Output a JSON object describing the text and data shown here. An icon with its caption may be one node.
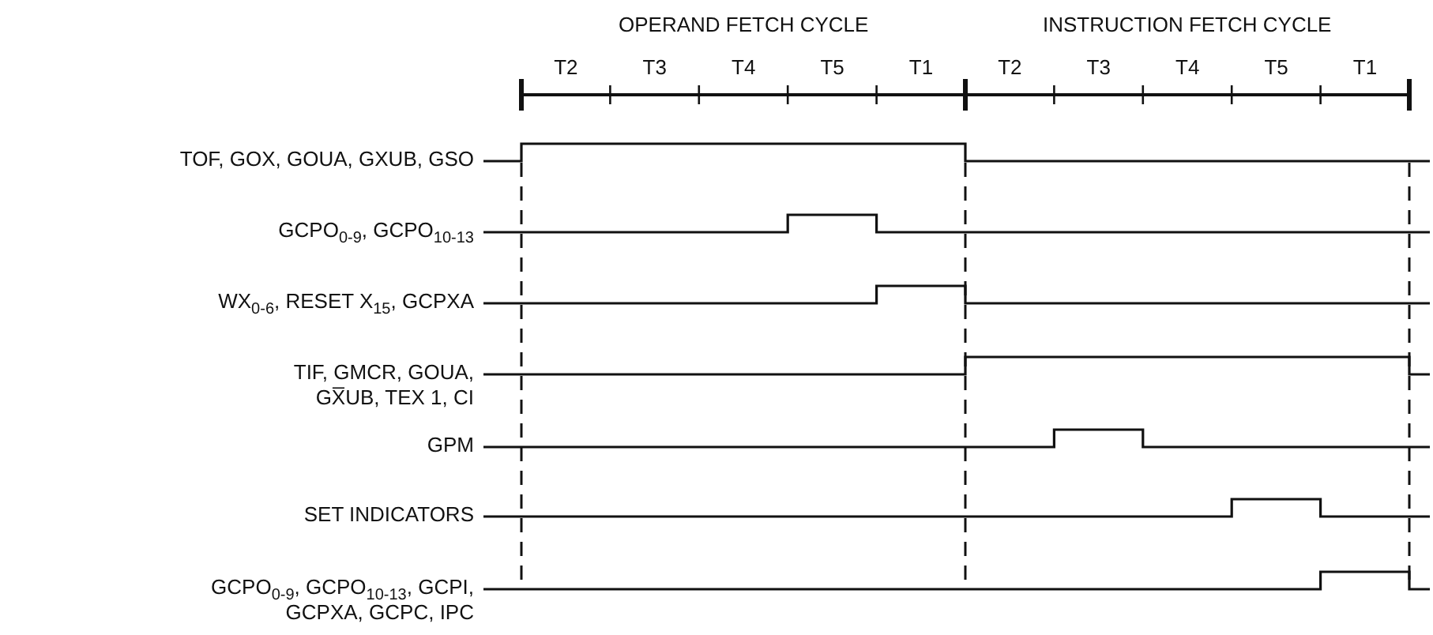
{
  "diagram": {
    "labels": [
      "OPERAND FETCH CYCLE",
      "INSTRUCTION FETCH CYCLE",
      "T2",
      "T3",
      "T4",
      "T5",
      "T1",
      "T2",
      "T3",
      "T4",
      "T5",
      "T1",
      "TOF, GOX, GOUA, GXUB, GSO",
      "GCPO$_{0-9}$, GCPO$_{10-13}$",
      "WX$_{0-6}$, RESET X$_{15}$, GCPXA",
      "TIF, GMCR, GOUA, GX̅UB, TEX 1, CI",
      "GPM",
      "SET INDICATORS",
      "GCPO$_{0-9}$, GCPO$_{10-13}$, GCPI, GCPXA, GCPC, IPC"
    ]
  }
}
